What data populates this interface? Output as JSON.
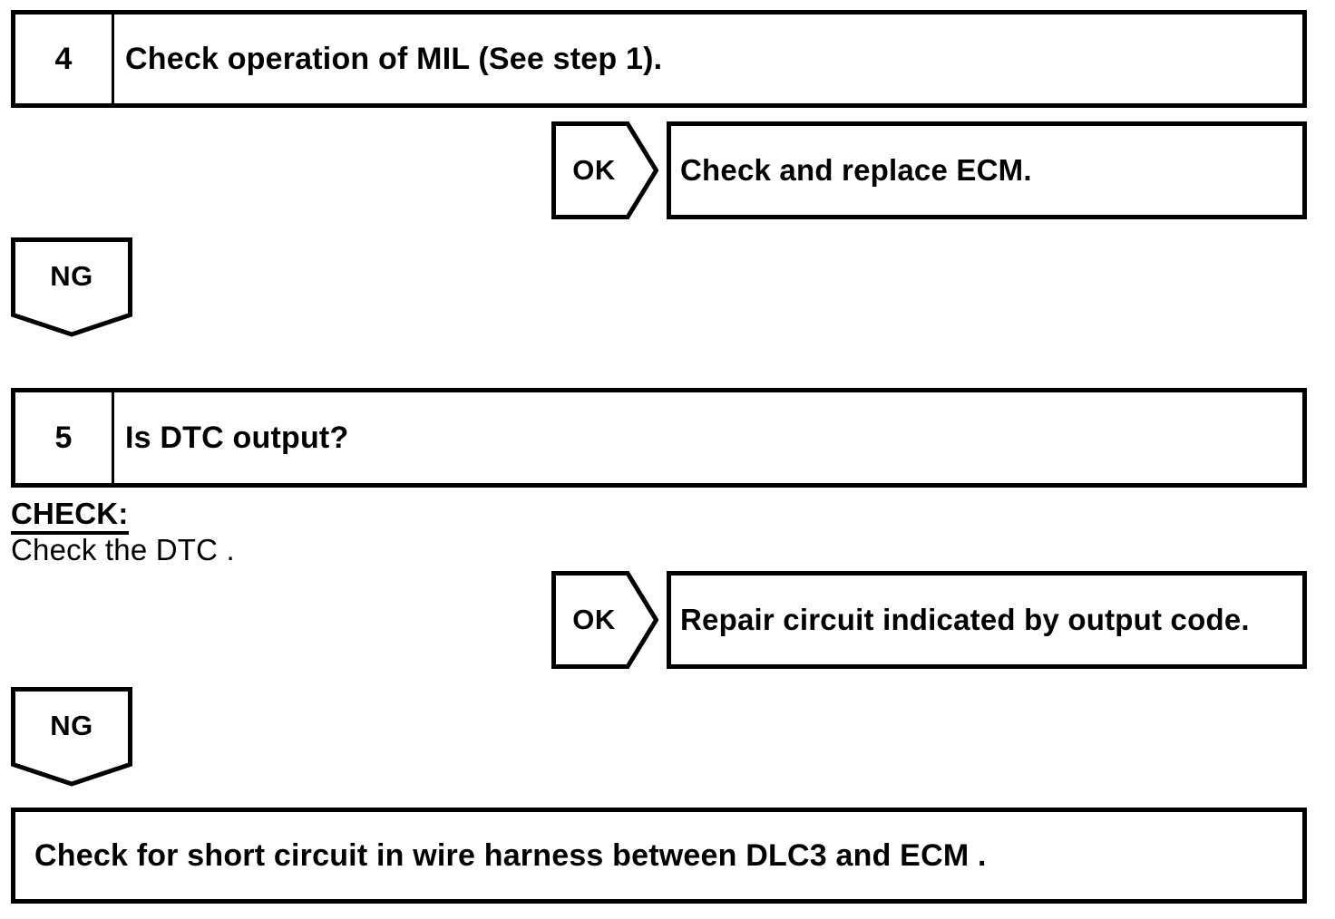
{
  "colors": {
    "ink": "#000000",
    "paper": "#ffffff"
  },
  "steps": [
    {
      "number": "4",
      "question": "Check operation of MIL (See step 1)."
    },
    {
      "number": "5",
      "question": "Is DTC output?"
    }
  ],
  "labels": {
    "ok": "OK",
    "ng": "NG"
  },
  "check_note": {
    "heading": "CHECK:",
    "body": "Check the DTC ."
  },
  "ok_branches": [
    {
      "result": "Check and replace ECM."
    },
    {
      "result": "Repair circuit indicated by output code."
    }
  ],
  "final_action": "Check for short circuit in wire harness between DLC3 and ECM ."
}
